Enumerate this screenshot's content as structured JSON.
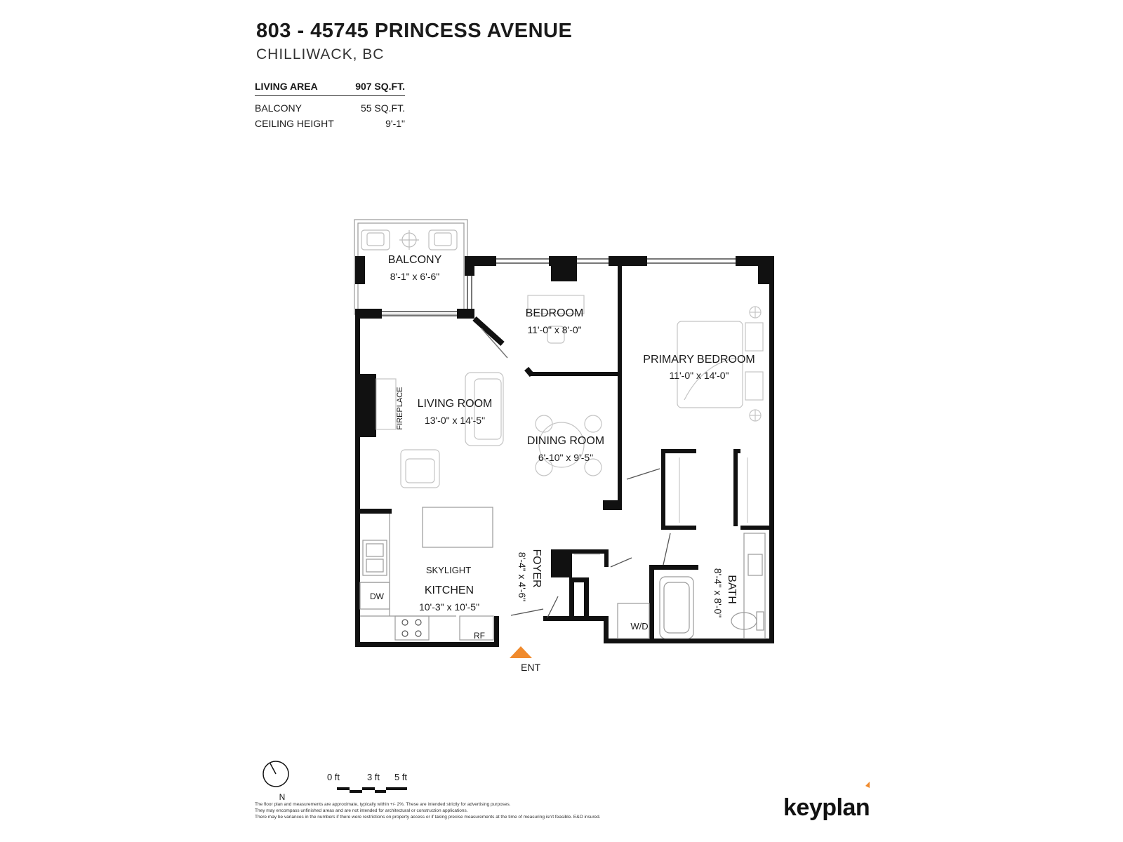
{
  "header": {
    "title": "803 - 45745 PRINCESS AVENUE",
    "subtitle": "CHILLIWACK, BC"
  },
  "stats": [
    {
      "label": "LIVING AREA",
      "value": "907 SQ.FT.",
      "primary": true
    },
    {
      "label": "BALCONY",
      "value": "55 SQ.FT."
    },
    {
      "label": "CEILING HEIGHT",
      "value": "9'-1\""
    }
  ],
  "rooms": {
    "balcony": {
      "name": "BALCONY",
      "dims": "8'-1\"  x  6'-6\""
    },
    "bedroom": {
      "name": "BEDROOM",
      "dims": "11'-0\"  x  8'-0\""
    },
    "primary_bedroom": {
      "name": "PRIMARY BEDROOM",
      "dims": "11'-0\"  x  14'-0\""
    },
    "living_room": {
      "name": "LIVING ROOM",
      "dims": "13'-0\"  x  14'-5\""
    },
    "dining_room": {
      "name": "DINING ROOM",
      "dims": "6'-10\"  x  9'-5\""
    },
    "kitchen": {
      "name": "KITCHEN",
      "dims": "10'-3\"  x  10'-5\""
    },
    "foyer": {
      "name": "FOYER",
      "dims": "8'-4\"  x  4'-6\""
    },
    "bath": {
      "name": "BATH",
      "dims": "8'-4\"  x  8'-0\""
    }
  },
  "labels": {
    "fireplace": "FIREPLACE",
    "skylight": "SKYLIGHT",
    "dishwasher": "DW",
    "fridge": "RF",
    "washer_dryer": "W/D",
    "entrance": "ENT"
  },
  "colors": {
    "wall": "#111111",
    "entrance_marker": "#f08a2c",
    "fixture_stroke": "#bdbdbd",
    "brand_accent": "#f08a2c"
  },
  "scale": {
    "ticks": [
      "0 ft",
      "3 ft",
      "5 ft"
    ]
  },
  "north": {
    "label": "N"
  },
  "disclaimer": [
    "The floor plan and measurements are approximate, typically within +/- 2%. These are intended strictly for advertising purposes.",
    "They may encompass unfinished areas and are not intended for architectural or construction applications.",
    "There may be variances in the numbers if there were restrictions on property access or if taking precise measurements at the time of measuring isn't feasible. E&O insured."
  ],
  "brand": {
    "name": "keyplan",
    "icon": "keyplan-logo-icon"
  }
}
